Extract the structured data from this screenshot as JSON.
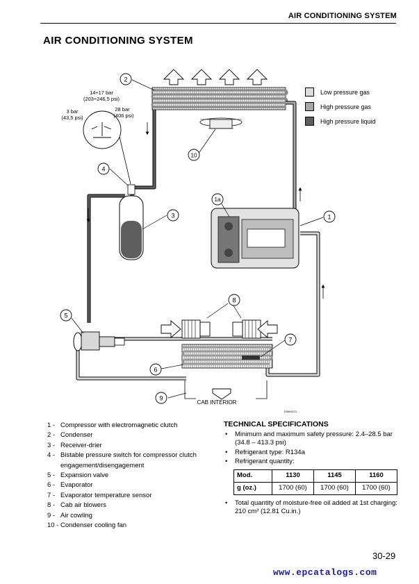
{
  "header": {
    "section": "AIR CONDITIONING SYSTEM"
  },
  "title": "AIR CONDITIONING SYSTEM",
  "legend": [
    {
      "label": "Low pressure gas",
      "color": "#dcdcdc"
    },
    {
      "label": "High pressure gas",
      "color": "#a6a6a6"
    },
    {
      "label": "High pressure liquid",
      "color": "#5e5e5e"
    }
  ],
  "diagram": {
    "callouts": {
      "c2": "2",
      "c1a": "1a",
      "c1": "1",
      "c3": "3",
      "c4": "4",
      "c5": "5",
      "c6": "6",
      "c7": "7",
      "c8": "8",
      "c9": "9",
      "c10": "10"
    },
    "pressure_switch": {
      "top_bar": "14÷17 bar",
      "top_psi": "(203÷246,5 psi)",
      "left_bar": "3 bar",
      "left_psi": "(43,5 psi)",
      "right_bar": "28 bar",
      "right_psi": "(406 psi)"
    },
    "cab_interior": "CAB INTERIOR",
    "figure_code": "D0661121"
  },
  "components": [
    {
      "num": "1 -",
      "text": "Compressor with electromagnetic clutch"
    },
    {
      "num": "2 -",
      "text": "Condenser"
    },
    {
      "num": "3 -",
      "text": "Receiver-drier"
    },
    {
      "num": "4 -",
      "text": "Bistable pressure switch for compressor clutch engagement/disengagement"
    },
    {
      "num": "5 -",
      "text": "Expansion valve"
    },
    {
      "num": "6 -",
      "text": "Evaporator"
    },
    {
      "num": "7 -",
      "text": "Evaporator temperature sensor"
    },
    {
      "num": "8 -",
      "text": "Cab air blowers"
    },
    {
      "num": "9 -",
      "text": "Air cowling"
    },
    {
      "num": "10 -",
      "text": "Condenser cooling fan"
    }
  ],
  "specs": {
    "title": "TECHNICAL SPECIFICATIONS",
    "bullet1": "Minimum and maximum safety pressure: 2.4–28.5 bar (34.8 – 413.3 psi)",
    "bullet2": "Refrigerant type: R134a",
    "bullet3": "Refrigerant quantity:",
    "table": {
      "header": [
        "Mod.",
        "1130",
        "1145",
        "1160"
      ],
      "row": [
        "g (oz.)",
        "1700 (60)",
        "1700 (60)",
        "1700 (60)"
      ]
    },
    "bullet4": "Total quantity of moisture-free oil added at 1st charging: 210 cm³ (12.81 Cu.in.)"
  },
  "page_number": "30-29",
  "website": "www.epcatalogs.com"
}
